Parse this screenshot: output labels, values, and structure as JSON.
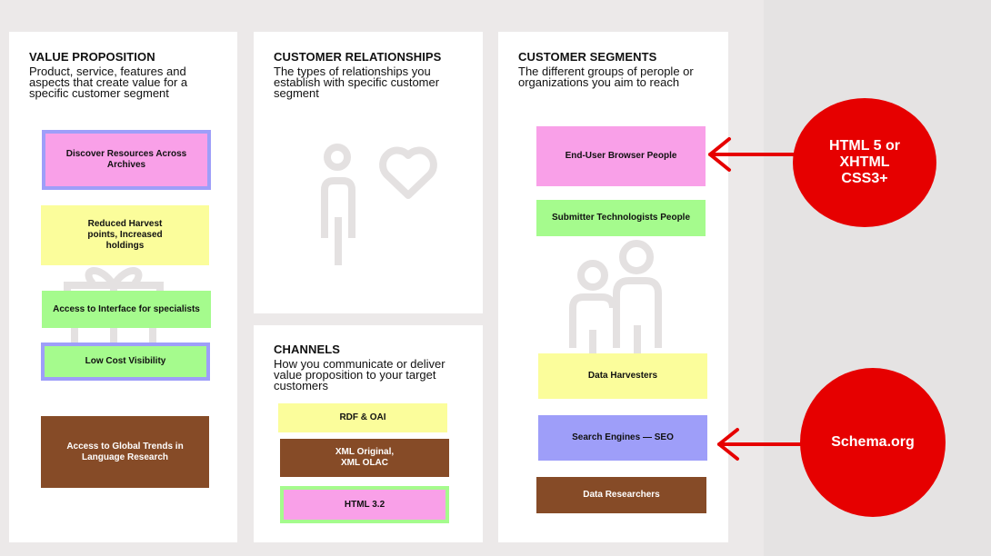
{
  "colors": {
    "pink": "#f9a0e8",
    "yellow": "#fbfd9b",
    "green": "#a5fb8d",
    "brown": "#864b27",
    "blue": "#9e9ef9",
    "red": "#e60000",
    "placeholder_icon": "#e4e1e1"
  },
  "value_proposition": {
    "title": "VALUE PROPOSITION",
    "description": [
      "Product, service, features and",
      "aspects that create value for a",
      "specific customer segment"
    ],
    "icon": "gift-icon",
    "notes": [
      {
        "lines": [
          "Discover Resources Across",
          "Archives"
        ],
        "color": "pink",
        "border": "blue"
      },
      {
        "lines": [
          "Reduced Harvest",
          "points, Increased",
          "holdings"
        ],
        "color": "yellow"
      },
      {
        "lines": [
          "Access to Interface for specialists"
        ],
        "color": "green"
      },
      {
        "lines": [
          "Low Cost Visibility"
        ],
        "color": "green",
        "border": "blue"
      },
      {
        "lines": [
          "Access to Global Trends in",
          "Language Research"
        ],
        "color": "brown"
      }
    ]
  },
  "customer_relationships": {
    "title": "CUSTOMER RELATIONSHIPS",
    "description": [
      "The types of relationships you",
      "establish with specific customer",
      "segment"
    ],
    "icon": "person-heart-icon"
  },
  "channels": {
    "title": "CHANNELS",
    "description": [
      "How you communicate or deliver",
      "value proposition to your target",
      "customers"
    ],
    "notes": [
      {
        "lines": [
          "RDF & OAI"
        ],
        "color": "yellow"
      },
      {
        "lines": [
          "XML Original,",
          "XML OLAC"
        ],
        "color": "brown"
      },
      {
        "lines": [
          "HTML 3.2"
        ],
        "color": "pink",
        "border": "green"
      }
    ]
  },
  "customer_segments": {
    "title": "CUSTOMER SEGMENTS",
    "description": [
      "The different groups of perople or",
      "organizations you aim to reach"
    ],
    "icon": "people-icon",
    "notes": [
      {
        "lines": [
          "End-User Browser People"
        ],
        "color": "pink"
      },
      {
        "lines": [
          "Submitter Technologists People"
        ],
        "color": "green"
      },
      {
        "lines": [
          "Data Harvesters"
        ],
        "color": "yellow"
      },
      {
        "lines": [
          "Search Engines — SEO"
        ],
        "color": "blue"
      },
      {
        "lines": [
          "Data Researchers"
        ],
        "color": "brown"
      }
    ]
  },
  "callouts": [
    {
      "lines": [
        "HTML 5 or",
        "XHTML",
        "CSS3+"
      ],
      "points_to": "End-User Browser People"
    },
    {
      "lines": [
        "Schema.org"
      ],
      "points_to": "Search Engines — SEO"
    }
  ]
}
